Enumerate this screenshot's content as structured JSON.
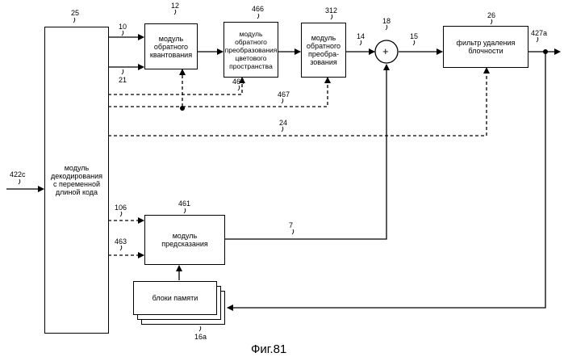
{
  "figure_caption": "Фиг.81",
  "blocks": {
    "vld": {
      "text": "модуль\nдекодирования\nс переменной\nдлиной кода",
      "ref": "25"
    },
    "inv_quant": {
      "text": "модуль\nобратного\nквантования",
      "ref": "12"
    },
    "inv_color": {
      "text": "модуль\nобратного\nпреобразования\nцветового\nпространства",
      "ref": "466"
    },
    "inv_transform": {
      "text": "модуль\nобратного\nпреобра-\nзования",
      "ref": "312"
    },
    "deblock": {
      "text": "фильтр удаления\nблочности",
      "ref": "26"
    },
    "prediction": {
      "text": "модуль\nпредсказания",
      "ref": "461"
    },
    "memory": {
      "text": "блоки памяти",
      "ref": "16a"
    }
  },
  "adder": {
    "symbol": "+",
    "ref": "18"
  },
  "signals": {
    "in": "422c",
    "out": "427a",
    "s10": "10",
    "s21": "21",
    "s14": "14",
    "s15": "15",
    "s464": "464",
    "s467": "467",
    "s24": "24",
    "s106": "106",
    "s463": "463",
    "s7": "7"
  }
}
